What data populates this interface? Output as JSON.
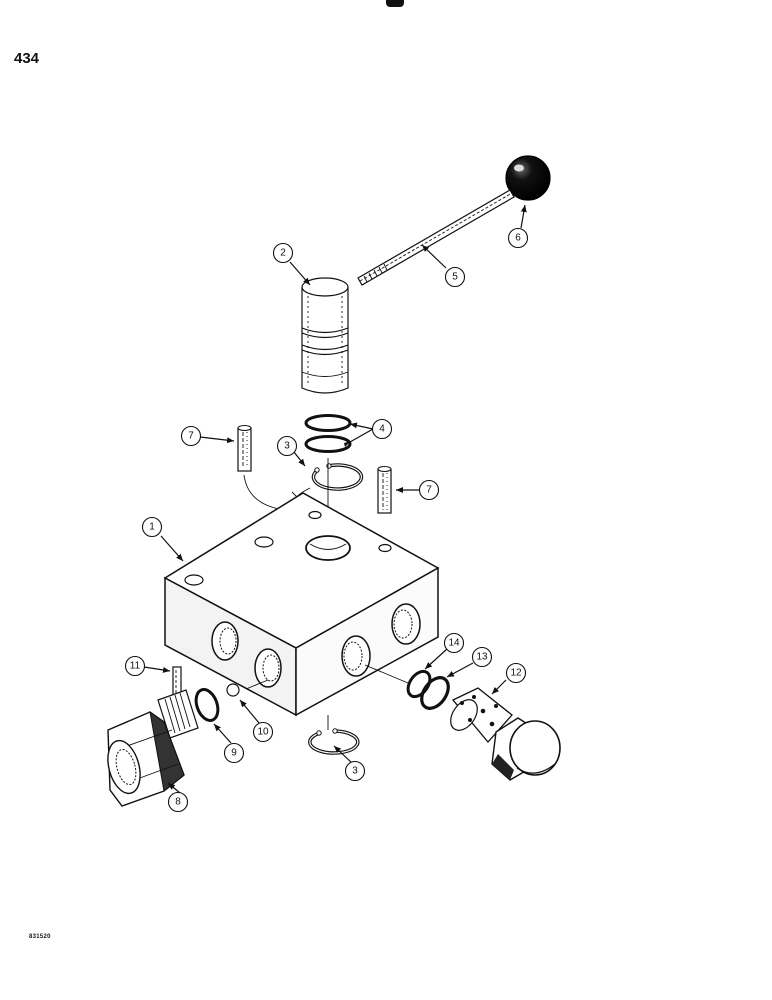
{
  "page": {
    "number": "434",
    "reference_code": "831520"
  },
  "callouts": {
    "c1": "1",
    "c2": "2",
    "c3a": "3",
    "c3b": "3",
    "c4": "4",
    "c5": "5",
    "c6": "6",
    "c7a": "7",
    "c7b": "7",
    "c8": "8",
    "c9": "9",
    "c10": "10",
    "c11": "11",
    "c12": "12",
    "c13": "13",
    "c14": "14"
  },
  "colors": {
    "ink": "#111111",
    "paper": "#ffffff",
    "block_face": "#f3f3f3"
  }
}
